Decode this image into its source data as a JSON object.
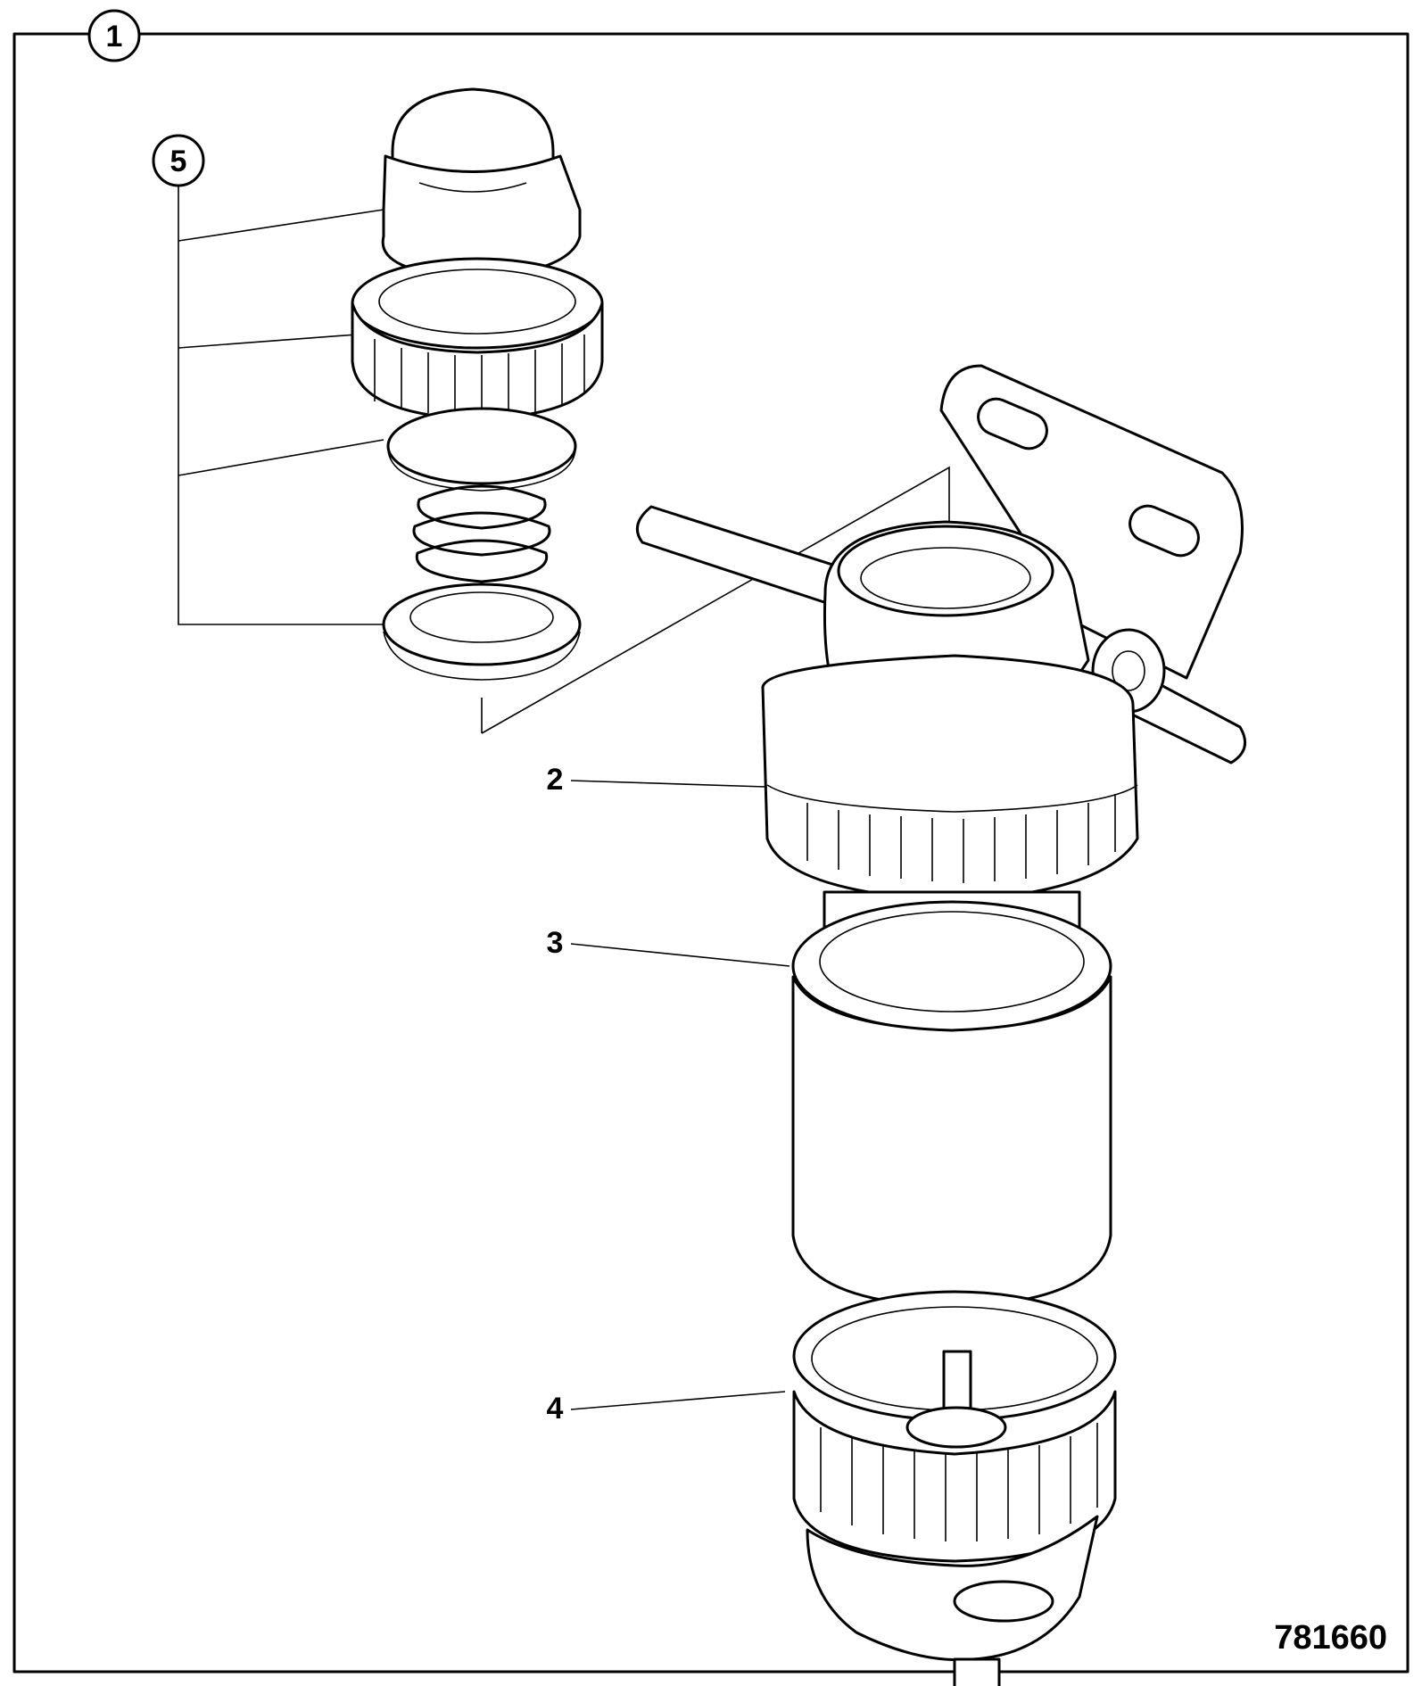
{
  "callouts": {
    "c1": "1",
    "c2": "2",
    "c3": "3",
    "c4": "4",
    "c5": "5"
  },
  "figure_number": "781660"
}
